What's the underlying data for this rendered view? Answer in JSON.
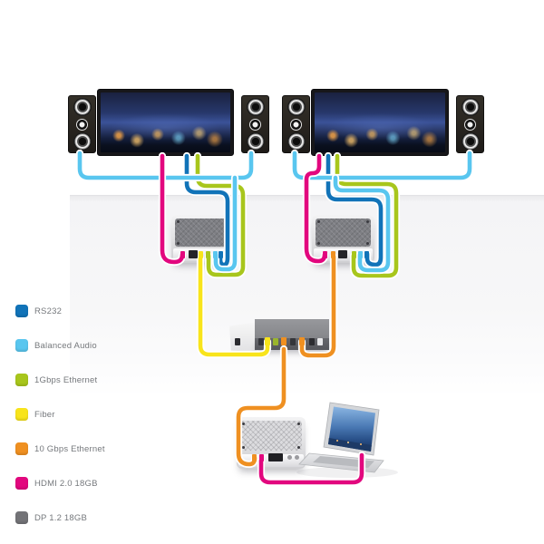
{
  "colors": {
    "rs232": "#1173b8",
    "balanced_audio": "#59c6ef",
    "ethernet_1g": "#a8c61c",
    "fiber": "#f8e41b",
    "ethernet_10g": "#ef9021",
    "hdmi": "#e2077e",
    "dp": "#737377"
  },
  "legend": {
    "items": [
      {
        "label": "RS232"
      },
      {
        "label": "Balanced Audio"
      },
      {
        "label": "1Gbps Ethernet"
      },
      {
        "label": "Fiber"
      },
      {
        "label": "10 Gbps Ethernet"
      },
      {
        "label": "HDMI 2.0 18GB"
      },
      {
        "label": "DP 1.2 18GB"
      }
    ]
  },
  "connections": [
    {
      "from": "receiver-1",
      "to": "display-1",
      "type": "HDMI 2.0 18GB"
    },
    {
      "from": "receiver-1",
      "to": "display-1",
      "type": "RS232"
    },
    {
      "from": "receiver-1",
      "to": "display-1",
      "type": "1Gbps Ethernet"
    },
    {
      "from": "receiver-1",
      "to": "speaker-left-1",
      "type": "Balanced Audio"
    },
    {
      "from": "receiver-1",
      "to": "speaker-right-1",
      "type": "Balanced Audio"
    },
    {
      "from": "receiver-1",
      "to": "network-switch",
      "type": "Fiber"
    },
    {
      "from": "receiver-2",
      "to": "display-2",
      "type": "HDMI 2.0 18GB"
    },
    {
      "from": "receiver-2",
      "to": "display-2",
      "type": "RS232"
    },
    {
      "from": "receiver-2",
      "to": "display-2",
      "type": "1Gbps Ethernet"
    },
    {
      "from": "receiver-2",
      "to": "speaker-left-2",
      "type": "Balanced Audio"
    },
    {
      "from": "receiver-2",
      "to": "speaker-right-2",
      "type": "Balanced Audio"
    },
    {
      "from": "receiver-2",
      "to": "network-switch",
      "type": "10 Gbps Ethernet"
    },
    {
      "from": "network-switch",
      "to": "transmitter",
      "type": "10 Gbps Ethernet"
    },
    {
      "from": "transmitter",
      "to": "laptop",
      "type": "HDMI 2.0 18GB"
    }
  ]
}
